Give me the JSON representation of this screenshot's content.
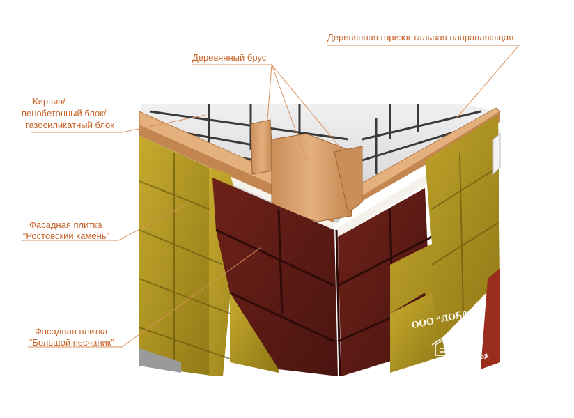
{
  "labels": {
    "horizontal_guide": "Деревянная горизонтальная направляющая",
    "timber_beam": "Деревянный брус",
    "brick_line1": "Кирпич/",
    "brick_line2": "пенобетонный блок/",
    "brick_line3": "газосиликатный блок",
    "rostov_line1": "Фасадная плитка",
    "rostov_line2": "“Ростовский камень”",
    "sandstone_line1": "Фасадная плитка",
    "sandstone_line2": "“Большой песчаник”"
  },
  "logo": {
    "company": "ООО “ЛОБАС”",
    "city": "г. Нижний Новгород"
  },
  "colors": {
    "label_text": "#c8642a",
    "leader_line": "#d9925e",
    "sandstone_tile": "#b59a1f",
    "rostov_tile": "#5e1b16",
    "wood": "#d9a06c",
    "block": "#e4e4e4"
  }
}
